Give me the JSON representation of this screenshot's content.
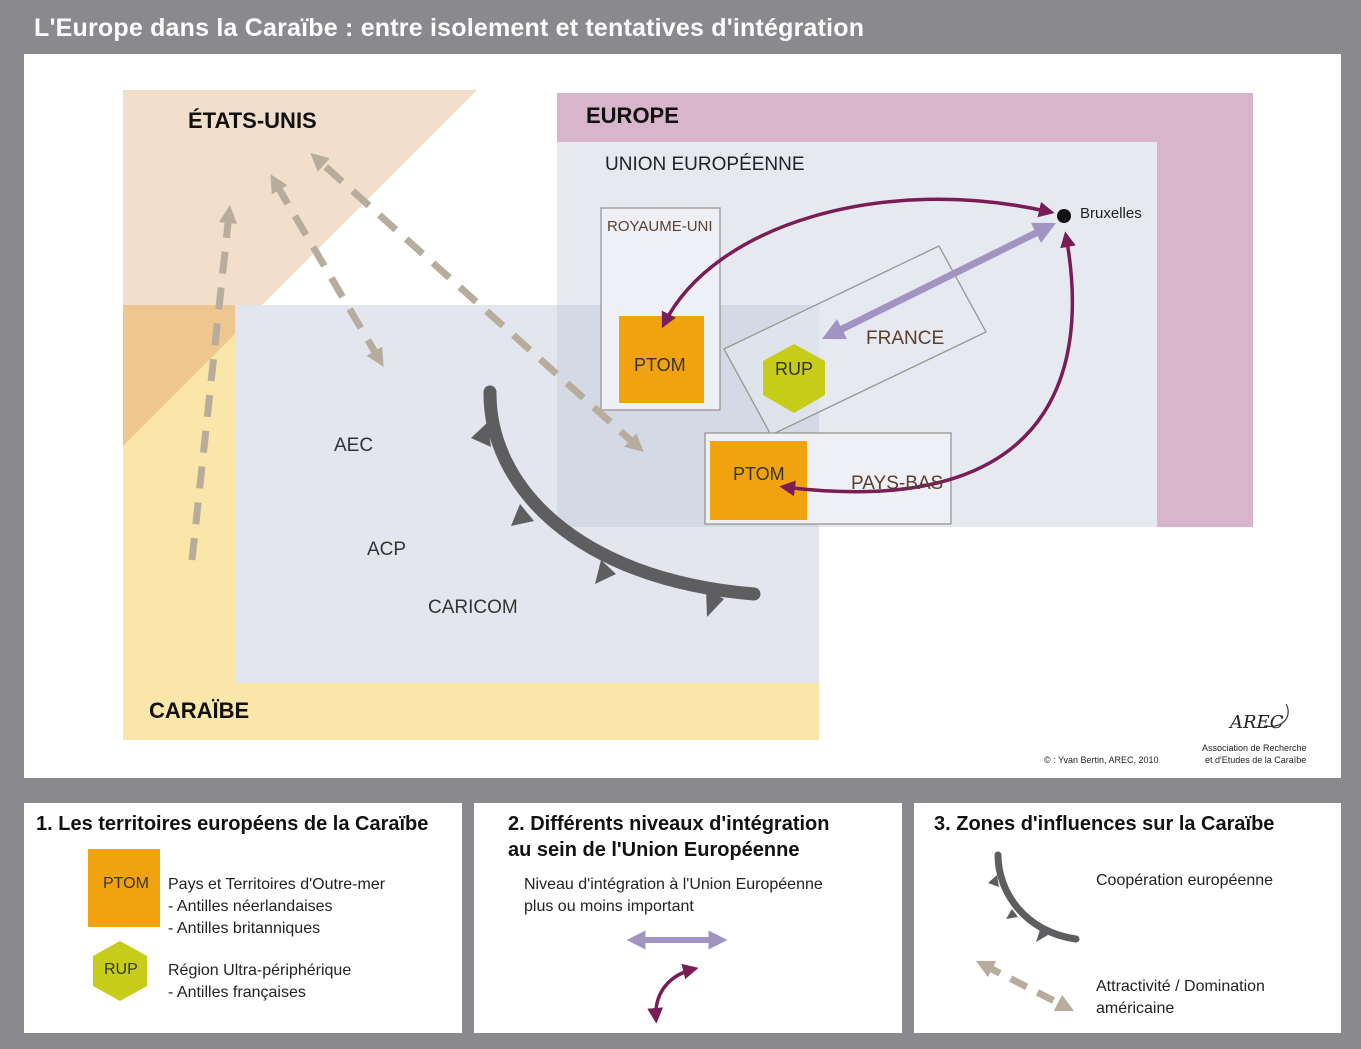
{
  "title": "L'Europe dans la Caraïbe : entre isolement et tentatives d'intégration",
  "map": {
    "etats_unis": "ÉTATS-UNIS",
    "europe": "EUROPE",
    "union_europeenne": "UNION EUROPÉENNE",
    "royaume_uni": "ROYAUME-UNI",
    "ptom_uk": "PTOM",
    "france": "FRANCE",
    "rup": "RUP",
    "pays_bas": "PAYS-BAS",
    "ptom_nl": "PTOM",
    "bruxelles": "Bruxelles",
    "aec": "AEC",
    "acp": "ACP",
    "caricom": "CARICOM",
    "caraibe": "CARAÏBE",
    "credit": "© : Yvan Bertin, AREC, 2010",
    "logo_text": "AREC",
    "logo_caption_1": "Association de Recherche",
    "logo_caption_2": "et d'Etudes de la Caraïbe"
  },
  "legend": {
    "section1": {
      "title": "1. Les territoires européens de la Caraïbe",
      "ptom_label": "PTOM",
      "ptom_desc_1": "Pays et Territoires d'Outre-mer",
      "ptom_desc_2": "- Antilles néerlandaises",
      "ptom_desc_3": "- Antilles britanniques",
      "rup_label": "RUP",
      "rup_desc_1": "Région Ultra-périphérique",
      "rup_desc_2": "- Antilles françaises"
    },
    "section2": {
      "title_1": "2. Différents niveaux d'intégration",
      "title_2": "au sein de l'Union Européenne",
      "desc_1": "Niveau d'intégration à l'Union Européenne",
      "desc_2": "plus ou moins important"
    },
    "section3": {
      "title": "3. Zones d'influences sur la Caraïbe",
      "coop": "Coopération européenne",
      "attr_1": "Attractivité / Domination",
      "attr_2": "américaine"
    }
  },
  "colors": {
    "europe": "#d8b5cd",
    "ue": "#e6e9f0",
    "us": "#f1dfcc",
    "caraibe": "#fbe6aa",
    "caraibe_inner": "#e3e6ee",
    "ptom": "#f0a20f",
    "rup": "#c6cc17",
    "purple_arrow": "#a194c3",
    "maroon_arrow": "#7a1d56",
    "tan_arrow": "#b8ad9c",
    "coop_arc": "#5e5e60"
  }
}
